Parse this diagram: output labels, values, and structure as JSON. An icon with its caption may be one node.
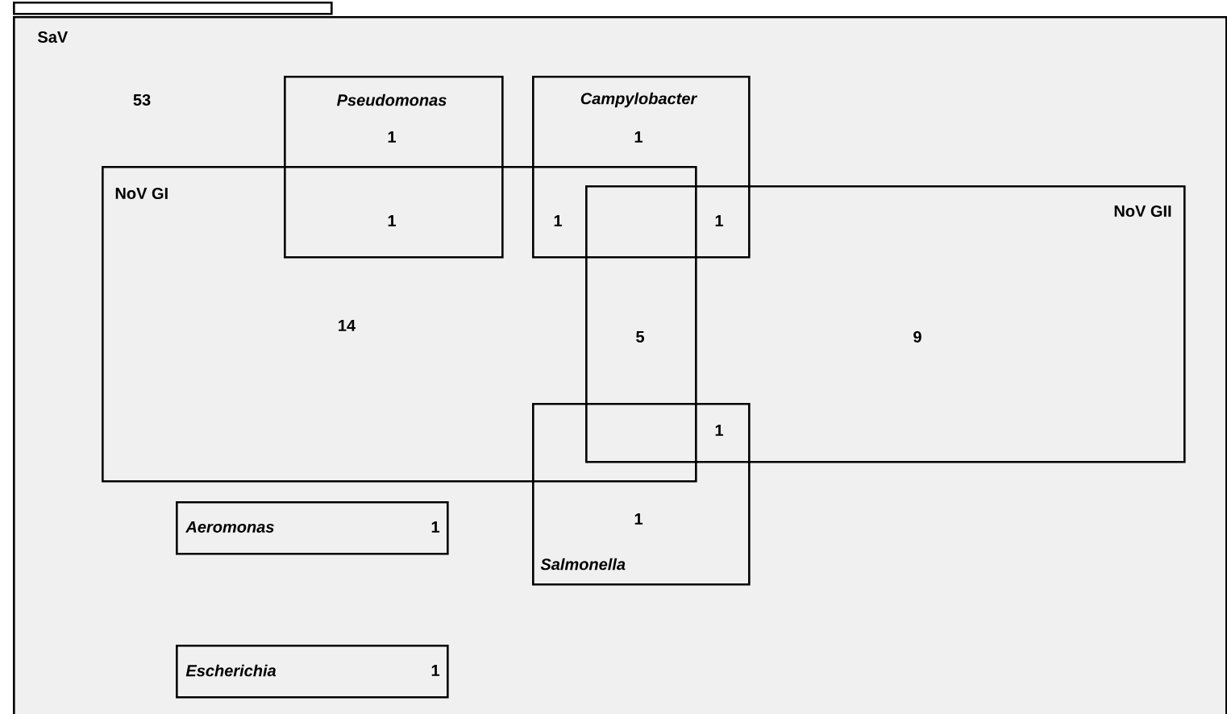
{
  "diagram": {
    "nodes": [
      {
        "text": [],
        "shape": "box"
      },
      {
        "text": [
          "SaV"
        ]
      },
      {
        "text": [
          "Pseudomonas"
        ],
        "in": 1
      },
      {
        "text": [
          "Campylobacter"
        ],
        "in": 1
      },
      {
        "text": [
          "NoV GI"
        ],
        "in": 1
      },
      {
        "text": [
          "NoV GII"
        ],
        "in": 1
      },
      {
        "text": [
          "Salmonella"
        ],
        "in": 1
      },
      {
        "text": [
          "Aeromonas",
          "1"
        ],
        "in": 1
      },
      {
        "text": [
          "Escherichia",
          "1"
        ],
        "in": 1
      }
    ],
    "labels": [
      "53",
      "1",
      "1",
      "1",
      "1",
      "1",
      "14",
      "5",
      "9",
      "1",
      "1"
    ]
  }
}
